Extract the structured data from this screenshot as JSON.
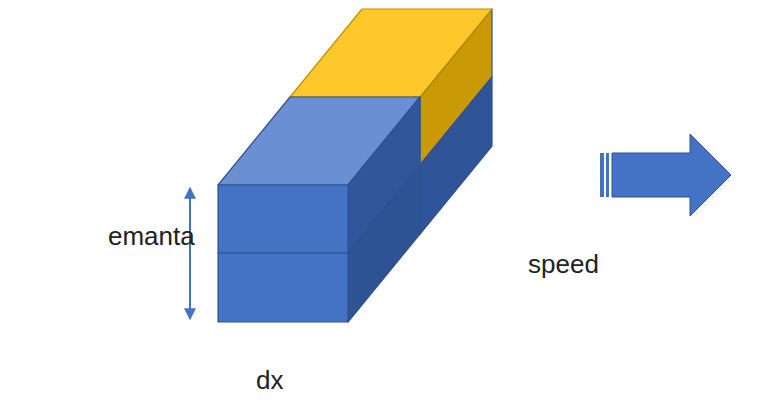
{
  "diagram": {
    "labels": [
      "emanta",
      "speed",
      "dx"
    ]
  }
}
